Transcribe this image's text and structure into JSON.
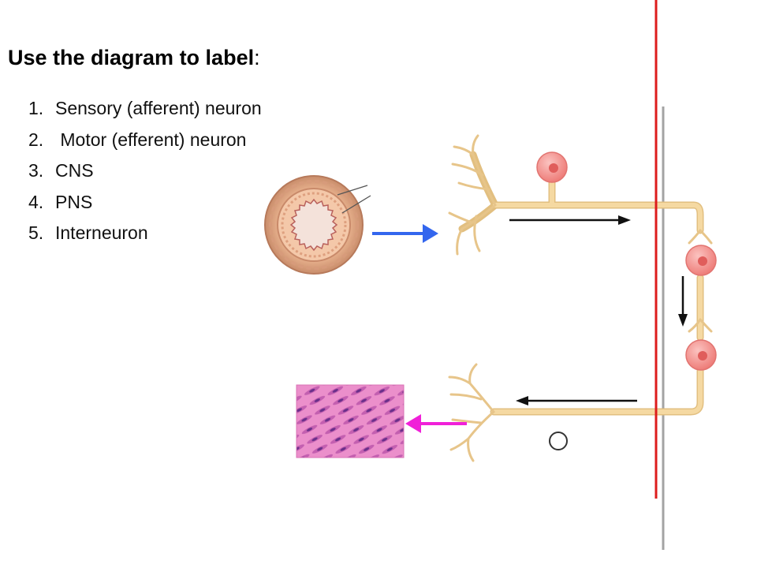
{
  "title": {
    "text": "Use the diagram to label",
    "colon": ":"
  },
  "items": [
    {
      "number": "1.",
      "label": "Sensory (afferent) neuron"
    },
    {
      "number": "2.",
      "label": " Motor (efferent) neuron"
    },
    {
      "number": "3.",
      "label": "CNS"
    },
    {
      "number": "4.",
      "label": "PNS"
    },
    {
      "number": "5.",
      "label": "Interneuron"
    }
  ],
  "colors": {
    "axon": "#f5d9a2",
    "axon_edge": "#e0bc7a",
    "cell_body": "#f28a86",
    "nucleus": "#d85a58",
    "boundary_red": "#dd1c1c",
    "boundary_gray": "#a0a0a0",
    "stimulus_arrow": "#3366ee",
    "effector_arrow": "#f020d8",
    "muscle_tissue": "#e888c8"
  },
  "icons": [
    "blood-vessel-cross-section",
    "smooth-muscle-tissue",
    "direction-arrow",
    "circle-marker"
  ]
}
